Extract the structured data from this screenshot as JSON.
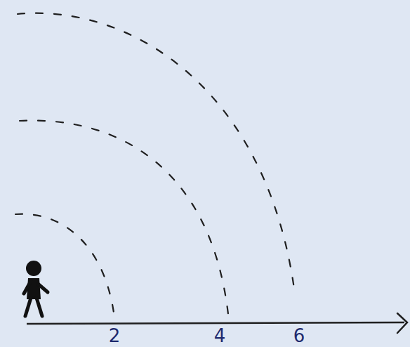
{
  "diagram": {
    "labels": [
      "2",
      "4",
      "6"
    ]
  }
}
